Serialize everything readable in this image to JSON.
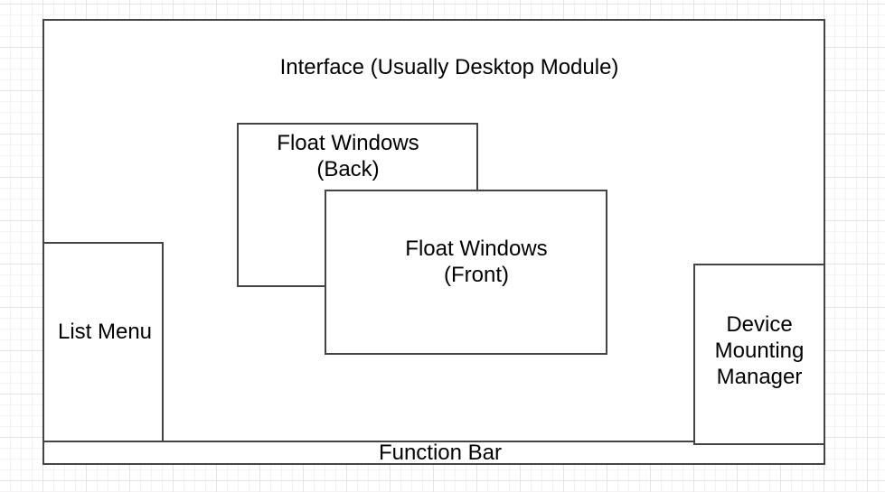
{
  "diagram": {
    "interface_label": "Interface (Usually Desktop Module)",
    "float_back_label": "Float Windows\n(Back)",
    "float_front_label": "Float Windows\n(Front)",
    "list_menu_label": "List Menu",
    "device_manager_label": "Device\nMounting\nManager",
    "function_bar_label": "Function Bar",
    "colors": {
      "border": "#444444",
      "shape_fill": "#ffffff",
      "canvas_bg": "#ffffff",
      "grid_minor": "#f5f3f3",
      "grid_major": "#e6e4e4",
      "text": "#000000"
    }
  }
}
